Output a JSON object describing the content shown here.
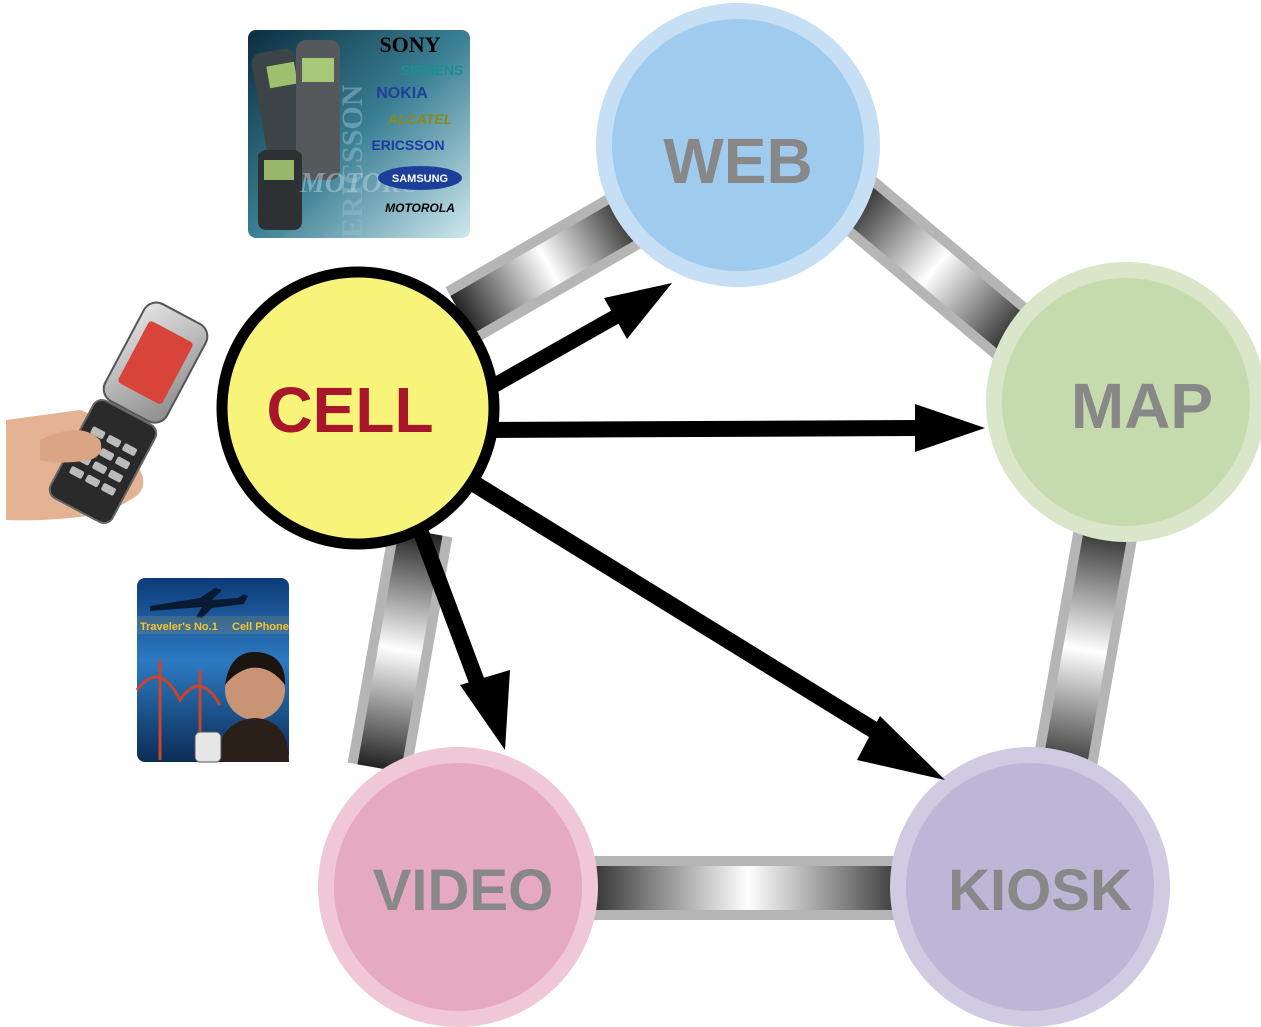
{
  "colors": {
    "background": "#ffffff",
    "cell_fill": "#f8f47a",
    "cell_stroke": "#000000",
    "cell_text": "#a8162b",
    "faded_text": "#888888",
    "web_fill": "#9ecbee",
    "web_ring": "#c6dff5",
    "map_fill": "#c6dbad",
    "map_ring": "#d9e6c9",
    "video_fill": "#e5a9c2",
    "video_ring": "#efc7d6",
    "kiosk_fill": "#bdb6d6",
    "kiosk_ring": "#d0cbe3",
    "arrow": "#000000"
  },
  "nodes": {
    "cell": {
      "label": "CELL"
    },
    "web": {
      "label": "WEB"
    },
    "map": {
      "label": "MAP"
    },
    "video": {
      "label": "VIDEO"
    },
    "kiosk": {
      "label": "KIOSK"
    }
  },
  "arrows": [
    {
      "from": "CELL",
      "to": "WEB"
    },
    {
      "from": "CELL",
      "to": "MAP"
    },
    {
      "from": "CELL",
      "to": "VIDEO"
    },
    {
      "from": "CELL",
      "to": "KIOSK"
    }
  ],
  "connectors": [
    {
      "from": "CELL",
      "to": "WEB"
    },
    {
      "from": "WEB",
      "to": "MAP"
    },
    {
      "from": "MAP",
      "to": "KIOSK"
    },
    {
      "from": "KIOSK",
      "to": "VIDEO"
    },
    {
      "from": "VIDEO",
      "to": "CELL"
    }
  ],
  "brands_collage": {
    "brands": [
      "SONY",
      "SIEMENS",
      "NOKIA",
      "ALCATEL",
      "ERICSSON",
      "SAMSUNG",
      "MOTOROLA"
    ],
    "watermark": "ERICSSON",
    "watermark2": "MOTORO"
  },
  "ad_card": {
    "headline_part1": "Traveler's No.1",
    "headline_part2": "Cell Phone"
  }
}
